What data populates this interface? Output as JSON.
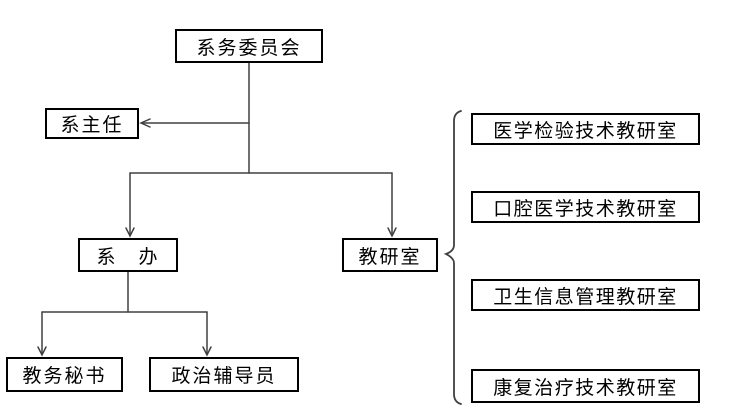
{
  "figure": {
    "background_color": "#ffffff",
    "box_border_color": "#000000",
    "line_color": "#404040",
    "text_color": "#000000"
  },
  "org_chart": {
    "nodes": {
      "committee": {
        "label": "系务委员会"
      },
      "dept_head": {
        "label": "系主任"
      },
      "dept_office": {
        "label": "系　办"
      },
      "teaching_research_office": {
        "label": "教研室"
      },
      "academic_secretary": {
        "label": "教务秘书"
      },
      "political_counselor": {
        "label": "政治辅导员"
      }
    },
    "edges": [
      {
        "from": "committee",
        "to": "dept_head",
        "style": "arrow"
      },
      {
        "from": "committee",
        "to": "dept_office",
        "style": "arrow"
      },
      {
        "from": "committee",
        "to": "teaching_research_office",
        "style": "arrow"
      },
      {
        "from": "dept_office",
        "to": "academic_secretary",
        "style": "arrow"
      },
      {
        "from": "dept_office",
        "to": "political_counselor",
        "style": "arrow"
      },
      {
        "from": "teaching_research_office",
        "to": "rooms",
        "style": "brace"
      }
    ],
    "teaching_research_rooms": [
      {
        "label": "医学检验技术教研室"
      },
      {
        "label": "口腔医学技术教研室"
      },
      {
        "label": "卫生信息管理教研室"
      },
      {
        "label": "康复治疗技术教研室"
      }
    ]
  }
}
